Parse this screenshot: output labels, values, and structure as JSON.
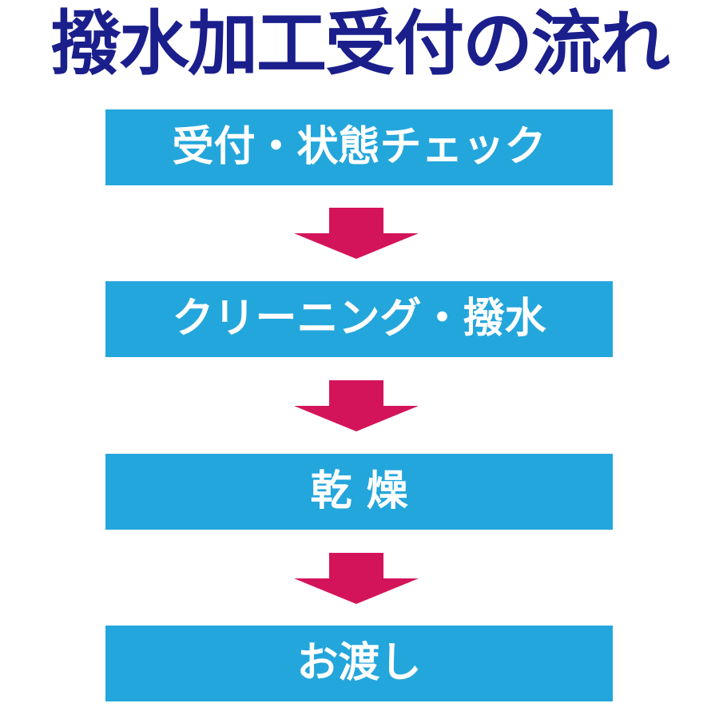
{
  "title": "撥水加工受付の流れ",
  "steps": [
    {
      "label": "受付・状態チェック"
    },
    {
      "label": "クリーニング・撥水"
    },
    {
      "label": "乾 燥"
    },
    {
      "label": "お渡し"
    }
  ],
  "colors": {
    "title": "#1b1f8c",
    "step_box": "#23a6dc",
    "step_text": "#ffffff",
    "arrow": "#d4145a"
  },
  "icons": {
    "arrow": "arrow-down-icon"
  }
}
